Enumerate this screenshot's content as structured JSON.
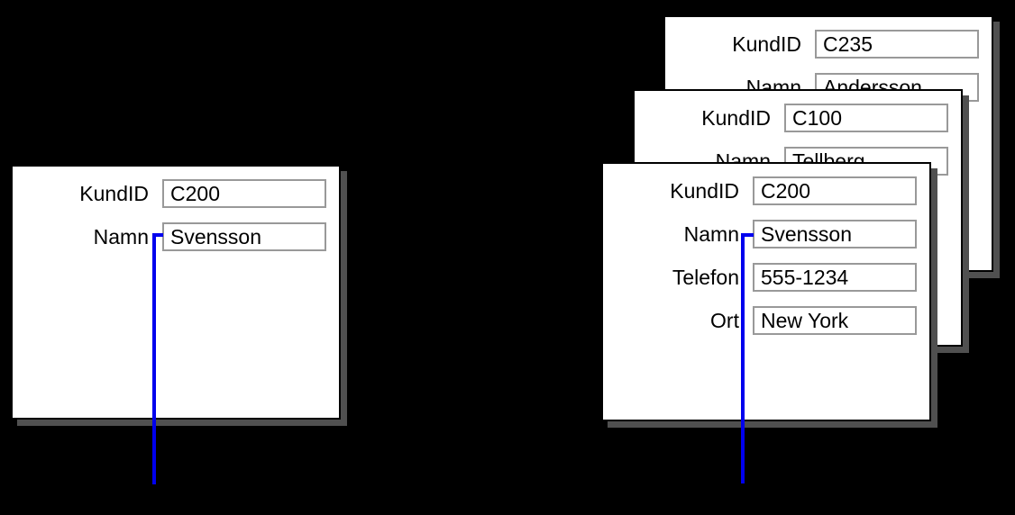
{
  "colors": {
    "background": "#000000",
    "card_fill": "#ffffff",
    "card_border": "#000000",
    "card_shadow": "#505050",
    "field_border": "#999999",
    "text": "#000000",
    "connector": "#0000ee"
  },
  "left_card": {
    "fields": [
      {
        "label": "KundID",
        "value": "C200"
      },
      {
        "label": "Namn",
        "value": "Svensson"
      }
    ]
  },
  "stack": {
    "back_card": {
      "fields": [
        {
          "label": "KundID",
          "value": "C235"
        },
        {
          "label": "Namn",
          "value": "Andersson"
        }
      ]
    },
    "middle_card": {
      "fields": [
        {
          "label": "KundID",
          "value": "C100"
        },
        {
          "label": "Namn",
          "value": "Tellberg"
        }
      ]
    },
    "front_card": {
      "fields": [
        {
          "label": "KundID",
          "value": "C200"
        },
        {
          "label": "Namn",
          "value": "Svensson"
        },
        {
          "label": "Telefon",
          "value": "555-1234"
        },
        {
          "label": "Ort",
          "value": "New York"
        }
      ]
    }
  },
  "connectors": [
    {
      "attached_field": "Namn",
      "card": "left_card"
    },
    {
      "attached_field": "Namn",
      "card": "stack.front_card"
    }
  ]
}
